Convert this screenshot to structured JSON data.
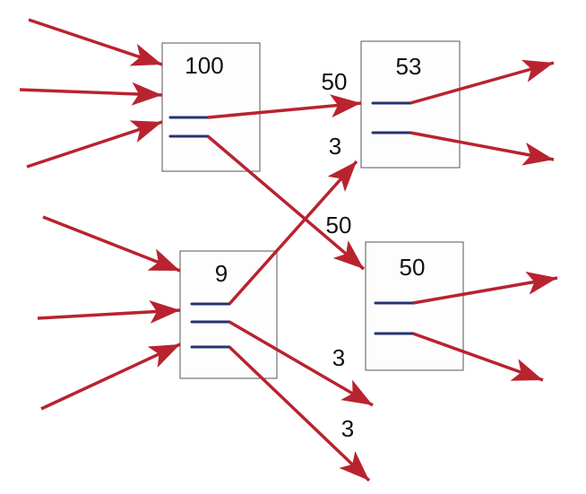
{
  "colors": {
    "edge": "#b8232f",
    "slot": "#26326e"
  },
  "nodes": [
    {
      "id": "node-a",
      "value": "100"
    },
    {
      "id": "node-b",
      "value": "53"
    },
    {
      "id": "node-c",
      "value": "9"
    },
    {
      "id": "node-d",
      "value": "50"
    }
  ],
  "edge_labels": {
    "a_to_b": "50",
    "a_to_d": "50",
    "c_to_b": "3",
    "c_out_mid": "3",
    "c_out_bottom": "3"
  }
}
